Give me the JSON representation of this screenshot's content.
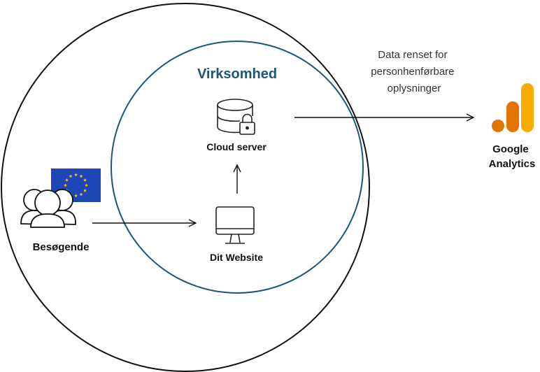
{
  "diagram": {
    "inner_title": "Virksomhed",
    "cloud_label": "Cloud server",
    "website_label": "Dit Website",
    "visitors_label": "Besøgende",
    "arrow_note": [
      "Data renset for",
      "personhenførbare",
      "oplysninger"
    ],
    "ga_label": [
      "Google",
      "Analytics"
    ]
  },
  "icons": {
    "visitors": "users-group-icon",
    "eu_flag": "eu-flag-icon",
    "cloud": "database-lock-icon",
    "website": "desktop-monitor-icon",
    "ga_logo": "google-analytics-logo"
  },
  "colors": {
    "inner_circle": "#1a5678",
    "title": "#1a5678",
    "eu_blue": "#1e46b4",
    "eu_star": "#ffcc00",
    "ga_orange_dark": "#e37400",
    "ga_orange_light": "#f9ab00"
  }
}
